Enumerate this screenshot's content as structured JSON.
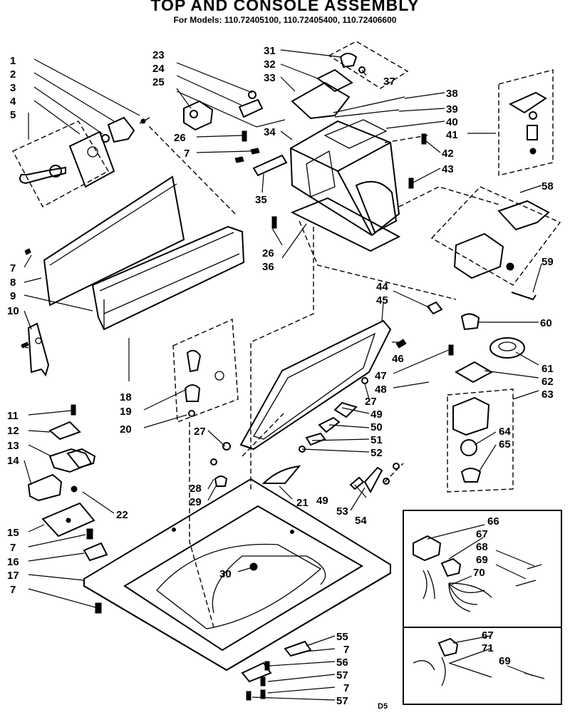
{
  "title": "TOP AND CONSOLE ASSEMBLY",
  "models_line": "For Models: 110.72405100, 110.72405400, 110.72406600",
  "drawing_code": "D5",
  "callouts": [
    {
      "id": "c1",
      "text": "1"
    },
    {
      "id": "c2",
      "text": "2"
    },
    {
      "id": "c3",
      "text": "3"
    },
    {
      "id": "c4",
      "text": "4"
    },
    {
      "id": "c5",
      "text": "5"
    },
    {
      "id": "c7a",
      "text": "7"
    },
    {
      "id": "c8",
      "text": "8"
    },
    {
      "id": "c9",
      "text": "9"
    },
    {
      "id": "c10",
      "text": "10"
    },
    {
      "id": "c11",
      "text": "11"
    },
    {
      "id": "c12",
      "text": "12"
    },
    {
      "id": "c13",
      "text": "13"
    },
    {
      "id": "c14",
      "text": "14"
    },
    {
      "id": "c15",
      "text": "15"
    },
    {
      "id": "c7b",
      "text": "7"
    },
    {
      "id": "c16",
      "text": "16"
    },
    {
      "id": "c17",
      "text": "17"
    },
    {
      "id": "c7c",
      "text": "7"
    },
    {
      "id": "c18",
      "text": "18"
    },
    {
      "id": "c19",
      "text": "19"
    },
    {
      "id": "c20",
      "text": "20"
    },
    {
      "id": "c21",
      "text": "21"
    },
    {
      "id": "c22",
      "text": "22"
    },
    {
      "id": "c23",
      "text": "23"
    },
    {
      "id": "c24",
      "text": "24"
    },
    {
      "id": "c25",
      "text": "25"
    },
    {
      "id": "c26a",
      "text": "26"
    },
    {
      "id": "c7d",
      "text": "7"
    },
    {
      "id": "c35",
      "text": "35"
    },
    {
      "id": "c26b",
      "text": "26"
    },
    {
      "id": "c36",
      "text": "36"
    },
    {
      "id": "c27a",
      "text": "27"
    },
    {
      "id": "c27b",
      "text": "27"
    },
    {
      "id": "c28",
      "text": "28"
    },
    {
      "id": "c29",
      "text": "29"
    },
    {
      "id": "c30",
      "text": "30"
    },
    {
      "id": "c31",
      "text": "31"
    },
    {
      "id": "c32",
      "text": "32"
    },
    {
      "id": "c33",
      "text": "33"
    },
    {
      "id": "c34",
      "text": "34"
    },
    {
      "id": "c37",
      "text": "37"
    },
    {
      "id": "c38",
      "text": "38"
    },
    {
      "id": "c39",
      "text": "39"
    },
    {
      "id": "c40",
      "text": "40"
    },
    {
      "id": "c41",
      "text": "41"
    },
    {
      "id": "c42",
      "text": "42"
    },
    {
      "id": "c43",
      "text": "43"
    },
    {
      "id": "c44",
      "text": "44"
    },
    {
      "id": "c45",
      "text": "45"
    },
    {
      "id": "c46",
      "text": "46"
    },
    {
      "id": "c47",
      "text": "47"
    },
    {
      "id": "c48",
      "text": "48"
    },
    {
      "id": "c49a",
      "text": "49"
    },
    {
      "id": "c50",
      "text": "50"
    },
    {
      "id": "c51",
      "text": "51"
    },
    {
      "id": "c52",
      "text": "52"
    },
    {
      "id": "c49b",
      "text": "49"
    },
    {
      "id": "c53",
      "text": "53"
    },
    {
      "id": "c54",
      "text": "54"
    },
    {
      "id": "c55",
      "text": "55"
    },
    {
      "id": "c7e",
      "text": "7"
    },
    {
      "id": "c56",
      "text": "56"
    },
    {
      "id": "c57a",
      "text": "57"
    },
    {
      "id": "c7f",
      "text": "7"
    },
    {
      "id": "c57b",
      "text": "57"
    },
    {
      "id": "c58",
      "text": "58"
    },
    {
      "id": "c59",
      "text": "59"
    },
    {
      "id": "c60",
      "text": "60"
    },
    {
      "id": "c61",
      "text": "61"
    },
    {
      "id": "c62",
      "text": "62"
    },
    {
      "id": "c63",
      "text": "63"
    },
    {
      "id": "c64",
      "text": "64"
    },
    {
      "id": "c65",
      "text": "65"
    },
    {
      "id": "c66",
      "text": "66"
    },
    {
      "id": "c67a",
      "text": "67"
    },
    {
      "id": "c68",
      "text": "68"
    },
    {
      "id": "c69a",
      "text": "69"
    },
    {
      "id": "c70",
      "text": "70"
    },
    {
      "id": "c67b",
      "text": "67"
    },
    {
      "id": "c71",
      "text": "71"
    },
    {
      "id": "c69b",
      "text": "69"
    }
  ]
}
